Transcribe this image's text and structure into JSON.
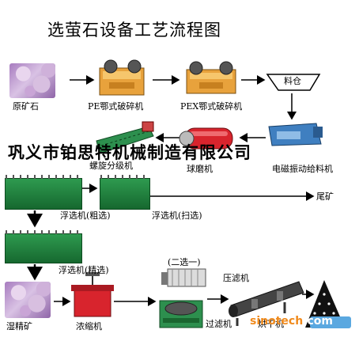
{
  "title": "选萤石设备工艺流程图",
  "company": "巩义市铂思特机械制造有限公司",
  "nodes": {
    "raw_ore": "原矿石",
    "pe_crusher": "PE鄂式破碎机",
    "pex_crusher": "PEX鄂式破碎机",
    "bin": "料仓",
    "classifier": "螺旋分级机",
    "ball_mill": "球磨机",
    "feeder": "电磁振动给料机",
    "flot_rough": "浮选机(粗选)",
    "flot_scav": "浮选机(扫选)",
    "tailings": "尾矿",
    "flot_clean": "浮选机(精选)",
    "wet_conc": "湿精矿",
    "thickener": "浓缩机",
    "options": "(二选一)",
    "filter_press": "压滤机",
    "vacuum_filter": "过滤机",
    "dryer": "烘干机"
  },
  "watermark": {
    "prefix": "sinotech",
    "suffix": ".com"
  },
  "colors": {
    "flotation_green": "#1f8040",
    "crusher_orange": "#e8a23c",
    "mill_red": "#d8242d",
    "feeder_blue": "#3f7fc0",
    "watermark_orange": "#f08a1c"
  }
}
